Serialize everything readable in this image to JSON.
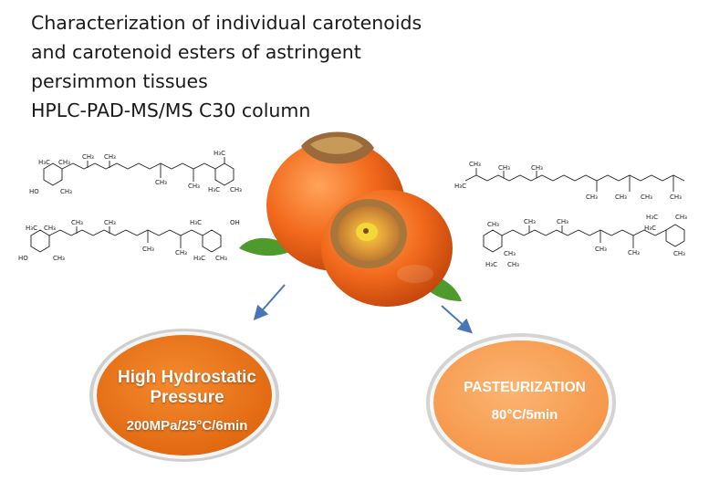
{
  "title": {
    "lines": [
      "Characterization of individual carotenoids",
      "and carotenoid esters of astringent",
      "persimmon tissues",
      "HPLC-PAD-MS/MS C30 column"
    ]
  },
  "treatments": {
    "hhp": {
      "title": "High Hydrostatic Pressure",
      "conditions": "200MPa/25°C/6min"
    },
    "pasteurization": {
      "title": "PASTEURIZATION",
      "conditions": "80°C/5min"
    }
  },
  "molecule_labels": {
    "ch3": "CH₃",
    "h3c": "H₃C",
    "ho": "HO",
    "oh": "OH"
  },
  "colors": {
    "hhp_oval": "#e9741f",
    "pasteurization_oval": "#f7a25c",
    "arrow": "#4a76b8",
    "fruit": "#f06a1e"
  },
  "icons": [
    "persimmon-fruit-illustration",
    "arrow-down-left-icon",
    "arrow-down-right-icon"
  ]
}
